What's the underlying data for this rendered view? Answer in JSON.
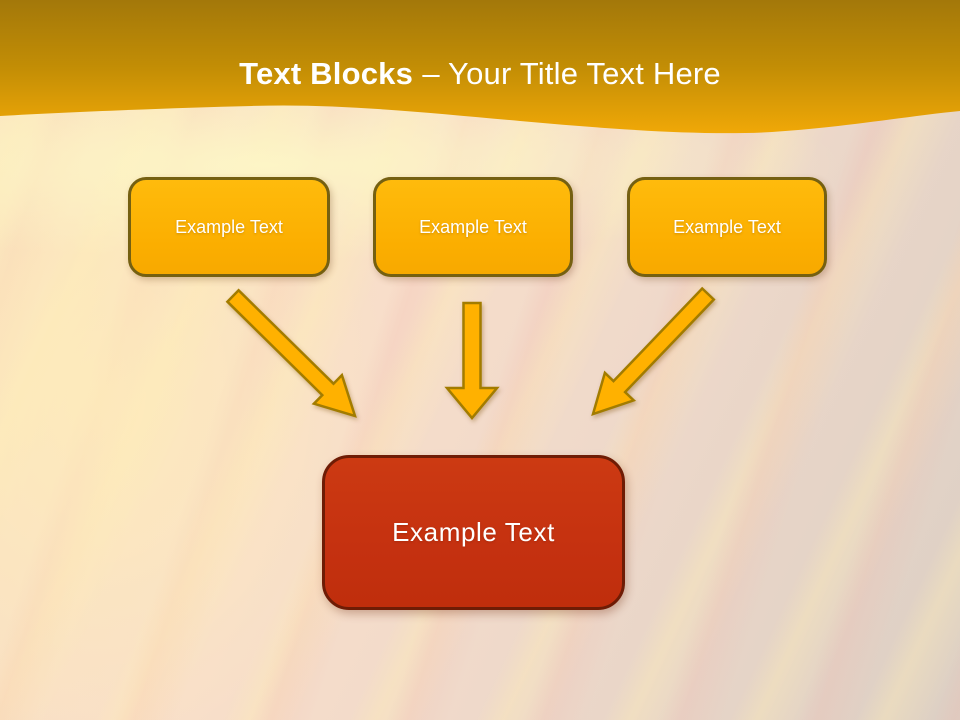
{
  "slide": {
    "title": {
      "bold": "Text Blocks",
      "regular": "– Your Title Text Here"
    },
    "top_blocks": [
      {
        "label": "Example Text"
      },
      {
        "label": "Example Text"
      },
      {
        "label": "Example Text"
      }
    ],
    "bottom_block": {
      "label": "Example Text"
    },
    "icons": [
      {
        "name": "arrow-down-right-icon"
      },
      {
        "name": "arrow-down-icon"
      },
      {
        "name": "arrow-down-left-icon"
      }
    ],
    "colors": {
      "header_gradient_top": "#A3780A",
      "header_gradient_bottom": "#F0A807",
      "title_text": "#FFFFFF",
      "top_block_fill": "#FBAE00",
      "top_block_border": "#756011",
      "bottom_block_fill": "#C53110",
      "bottom_block_border": "#6E1C05",
      "arrow_fill": "#FFB103",
      "arrow_outline": "#A27B04",
      "background_warm": "#FAE2BE",
      "background_muted": "#DCCFC4"
    }
  }
}
